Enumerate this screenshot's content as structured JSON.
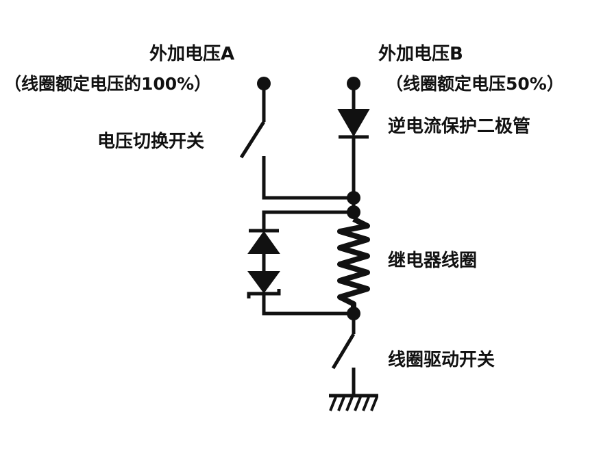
{
  "labels": {
    "voltage_a_title": "外加电压A",
    "voltage_a_note": "（线圈额定电压的100%）",
    "voltage_b_title": "外加电压B",
    "voltage_b_note": "（线圈额定电压50%）",
    "switch_voltage": "电压切换开关",
    "reverse_diode": "逆电流保护二极管",
    "relay_coil": "继电器线圈",
    "coil_drive_switch": "线圈驱动开关"
  },
  "colors": {
    "stroke": "#111111",
    "background": "#ffffff"
  }
}
